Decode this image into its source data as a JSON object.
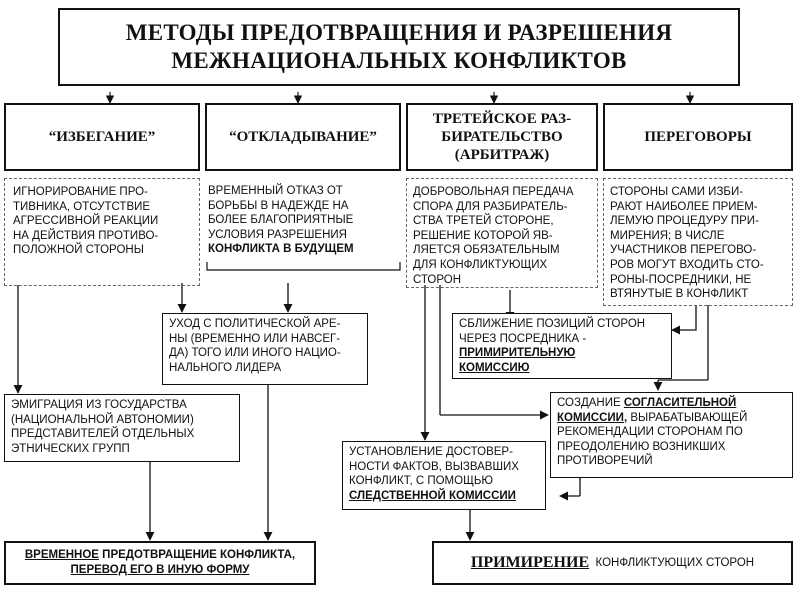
{
  "title": {
    "line1": "МЕТОДЫ ПРЕДОТВРАЩЕНИЯ И РАЗРЕШЕНИЯ",
    "line2": "МЕЖНАЦИОНАЛЬНЫХ КОНФЛИКТОВ"
  },
  "methods": {
    "avoid": {
      "label": "“ИЗБЕГАНИЕ”",
      "desc": [
        "ИГНОРИРОВАНИЕ ПРО-",
        "ТИВНИКА, ОТСУТСТВИЕ",
        "АГРЕССИВНОЙ РЕАКЦИИ",
        "НА ДЕЙСТВИЯ ПРОТИВО-",
        "ПОЛОЖНОЙ СТОРОНЫ"
      ]
    },
    "delay": {
      "label": "“ОТКЛАДЫВАНИЕ”",
      "desc": [
        "ВРЕМЕННЫЙ ОТКАЗ ОТ",
        "БОРЬБЫ В НАДЕЖДЕ НА",
        "БОЛЕЕ БЛАГОПРИЯТНЫЕ",
        "УСЛОВИЯ РАЗРЕШЕНИЯ",
        "КОНФЛИКТА В БУДУЩЕМ"
      ]
    },
    "arbitration": {
      "label": [
        "ТРЕТЕЙСКОЕ РАЗ-",
        "БИРАТЕЛЬСТВО",
        "(АРБИТРАЖ)"
      ],
      "desc": [
        "ДОБРОВОЛЬНАЯ ПЕРЕДАЧА",
        "СПОРА ДЛЯ РАЗБИРАТЕЛЬ-",
        "СТВА ТРЕТЕЙ СТОРОНЕ,",
        "РЕШЕНИЕ КОТОРОЙ ЯВ-",
        "ЛЯЕТСЯ ОБЯЗАТЕЛЬНЫМ",
        "ДЛЯ КОНФЛИКТУЮЩИХ",
        "СТОРОН"
      ]
    },
    "negotiation": {
      "label": "ПЕРЕГОВОРЫ",
      "desc": [
        "СТОРОНЫ САМИ ИЗБИ-",
        "РАЮТ НАИБОЛЕЕ ПРИЕМ-",
        "ЛЕМУЮ ПРОЦЕДУРУ ПРИ-",
        "МИРЕНИЯ; В ЧИСЛЕ",
        "УЧАСТНИКОВ ПЕРЕГОВО-",
        "РОВ МОГУТ ВХОДИТЬ СТО-",
        "РОНЫ-ПОСРЕДНИКИ, НЕ",
        "ВТЯНУТЫЕ В КОНФЛИКТ"
      ]
    }
  },
  "outcomes": {
    "leader": [
      "УХОД С ПОЛИТИЧЕСКОЙ АРЕ-",
      "НЫ (ВРЕМЕННО ИЛИ НАВСЕГ-",
      "ДА) ТОГО ИЛИ ИНОГО НАЦИО-",
      "НАЛЬНОГО ЛИДЕРА"
    ],
    "emigration": [
      "ЭМИГРАЦИЯ ИЗ ГОСУДАРСТВА",
      "(НАЦИОНАЛЬНОЙ АВТОНОМИИ)",
      "ПРЕДСТАВИТЕЛЕЙ ОТДЕЛЬНЫХ",
      "ЭТНИЧЕСКИХ  ГРУПП"
    ],
    "rapprochement": {
      "l1": "СБЛИЖЕНИЕ ПОЗИЦИЙ СТОРОН",
      "l2": "ЧЕРЕЗ  ПОСРЕДНИКА -",
      "l3": "ПРИМИРИТЕЛЬНУЮ",
      "l4": "КОМИССИЮ"
    },
    "conciliation": {
      "l1a": "СОЗДАНИЕ ",
      "l1b": "СОГЛАСИТЕЛЬНОЙ",
      "l2a": "КОМИССИИ,",
      "l2b": " ВЫРАБАТЫВАЮЩЕЙ",
      "l3": "РЕКОМЕНДАЦИИ СТОРОНАМ ПО",
      "l4": "ПРЕОДОЛЕНИЮ ВОЗНИКШИХ",
      "l5": "ПРОТИВОРЕЧИЙ"
    },
    "investigation": {
      "l1": "УСТАНОВЛЕНИЕ  ДОСТОВЕР-",
      "l2": "НОСТИ ФАКТОВ, ВЫЗВАВШИХ",
      "l3": "КОНФЛИКТ, С ПОМОЩЬЮ",
      "l4": "СЛЕДСТВЕННОЙ КОМИССИИ"
    }
  },
  "results": {
    "temporary": {
      "a": "ВРЕМЕННОЕ",
      "b": " ПРЕДОТВРАЩЕНИЕ КОНФЛИКТА,",
      "c": "ПЕРЕВОД ЕГО В ИНУЮ ФОРМУ"
    },
    "reconciliation": {
      "a": "ПРИМИРЕНИЕ",
      "b": "  КОНФЛИКТУЮЩИХ СТОРОН"
    }
  }
}
